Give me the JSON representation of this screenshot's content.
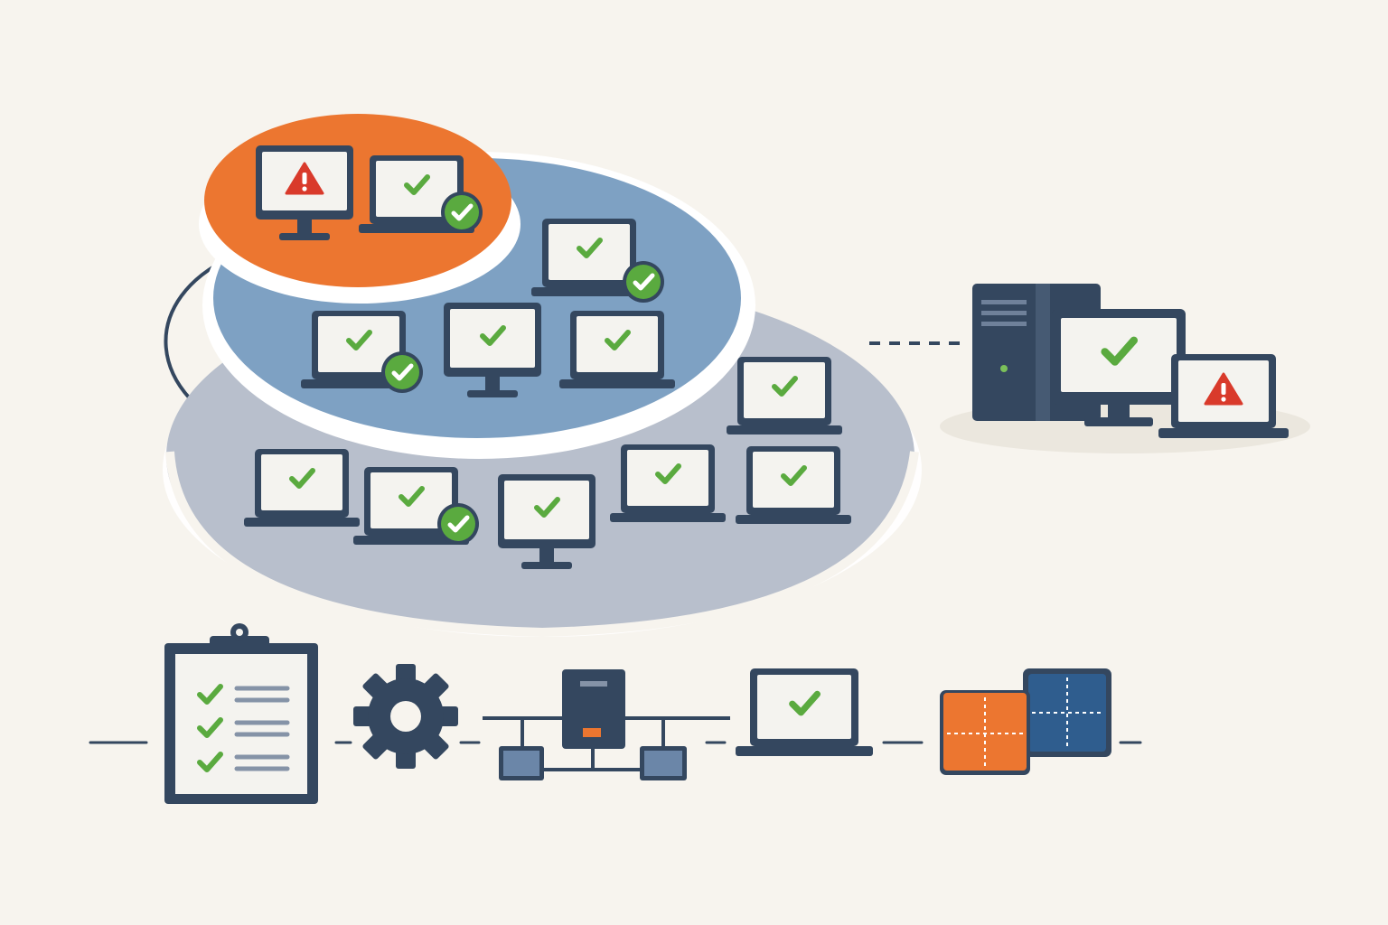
{
  "diagram": {
    "colors": {
      "background": "#f7f4ee",
      "outer_ring": "#b8bfcc",
      "middle_ring": "#7ea1c3",
      "inner_ring": "#ec7630",
      "device_frame": "#34475f",
      "screen": "#f4f3ef",
      "check_green": "#5aaa3f",
      "warning_red": "#d93a2b",
      "orange_tile": "#ec7630",
      "blue_tile": "#2f5d8e"
    },
    "groups": {
      "inner": {
        "devices": [
          {
            "type": "monitor",
            "status": "warning"
          },
          {
            "type": "laptop",
            "status": "ok",
            "badge": true
          }
        ]
      },
      "middle": {
        "devices": [
          {
            "type": "laptop",
            "status": "ok",
            "badge": true
          },
          {
            "type": "laptop",
            "status": "ok",
            "badge": true
          },
          {
            "type": "monitor",
            "status": "ok"
          },
          {
            "type": "laptop",
            "status": "ok"
          }
        ]
      },
      "outer": {
        "devices": [
          {
            "type": "laptop",
            "status": "ok"
          },
          {
            "type": "laptop",
            "status": "ok"
          },
          {
            "type": "laptop",
            "status": "ok",
            "badge": true
          },
          {
            "type": "monitor",
            "status": "ok"
          },
          {
            "type": "laptop",
            "status": "ok"
          },
          {
            "type": "laptop",
            "status": "ok"
          }
        ]
      }
    },
    "external_cluster": {
      "devices": [
        {
          "type": "server-tower",
          "status": "none"
        },
        {
          "type": "monitor",
          "status": "ok"
        },
        {
          "type": "laptop",
          "status": "warning"
        }
      ]
    },
    "pipeline": {
      "steps": [
        {
          "icon": "clipboard-checklist-icon",
          "checked_items": 3
        },
        {
          "icon": "gear-icon"
        },
        {
          "icon": "network-switch-icon"
        },
        {
          "icon": "laptop-check-icon"
        },
        {
          "icon": "split-tiles-icon"
        }
      ]
    }
  }
}
